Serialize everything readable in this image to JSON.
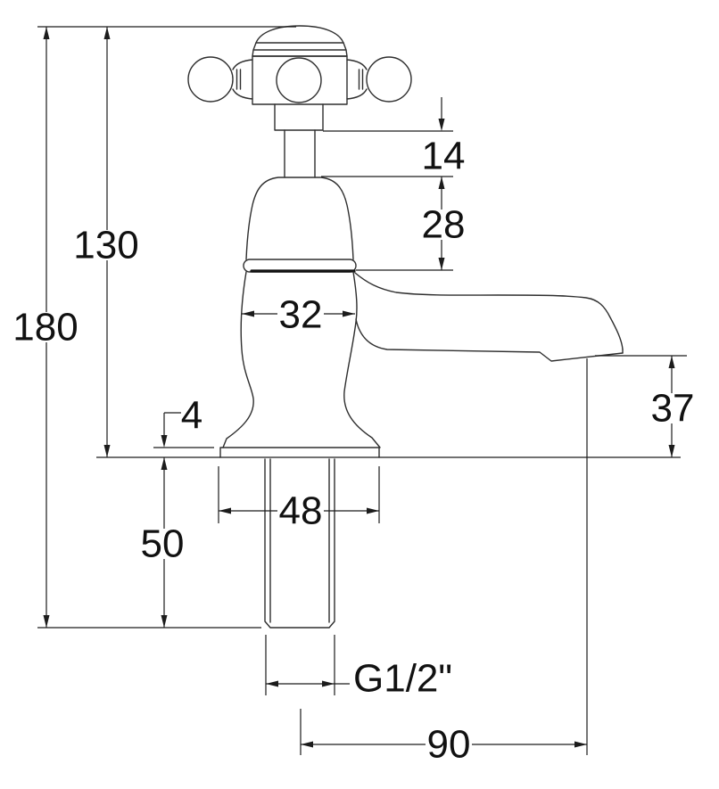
{
  "colors": {
    "background": "#ffffff",
    "outline": "#2e2e2e",
    "dimension_line": "#1c1c1c",
    "text": "#111111"
  },
  "dims": {
    "total_height": {
      "label": "180"
    },
    "height_above_deck": {
      "label": "130"
    },
    "stem_height": {
      "label": "14"
    },
    "bonnet_height": {
      "label": "28"
    },
    "body_width": {
      "label": "32"
    },
    "base_thickness": {
      "label": "4"
    },
    "shank_length": {
      "label": "50"
    },
    "base_width": {
      "label": "48"
    },
    "spout_clearance": {
      "label": "37"
    },
    "thread_size": {
      "label": "G1/2\""
    },
    "spout_reach": {
      "label": "90"
    }
  }
}
